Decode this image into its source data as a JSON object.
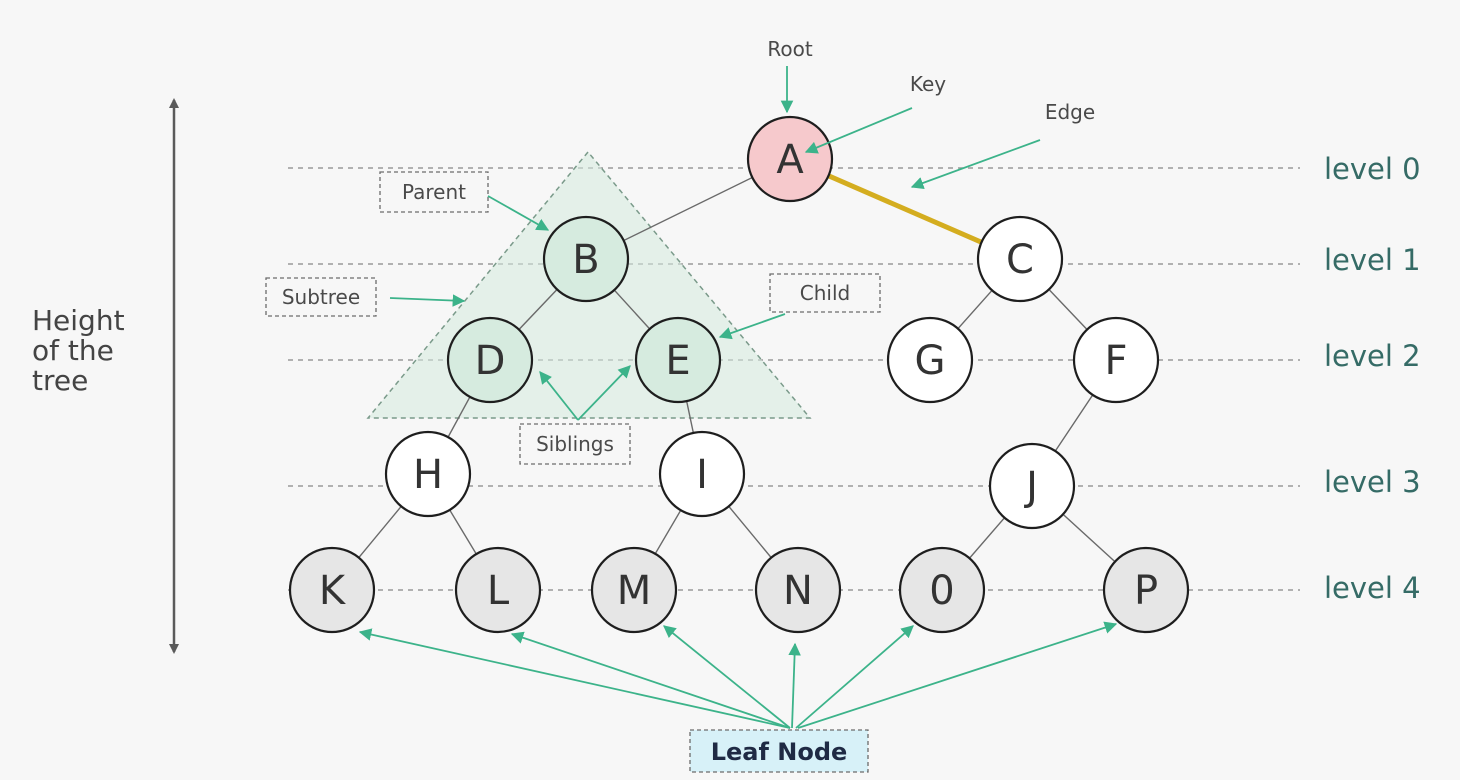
{
  "nodes": [
    {
      "id": "A",
      "label": "A",
      "type": "root"
    },
    {
      "id": "B",
      "label": "B",
      "type": "subtree"
    },
    {
      "id": "C",
      "label": "C",
      "type": "normal"
    },
    {
      "id": "D",
      "label": "D",
      "type": "subtree"
    },
    {
      "id": "E",
      "label": "E",
      "type": "subtree"
    },
    {
      "id": "G",
      "label": "G",
      "type": "normal"
    },
    {
      "id": "F",
      "label": "F",
      "type": "normal"
    },
    {
      "id": "H",
      "label": "H",
      "type": "normal"
    },
    {
      "id": "I",
      "label": "I",
      "type": "normal"
    },
    {
      "id": "J",
      "label": "J",
      "type": "normal"
    },
    {
      "id": "K",
      "label": "K",
      "type": "leaf"
    },
    {
      "id": "L",
      "label": "L",
      "type": "leaf"
    },
    {
      "id": "M",
      "label": "M",
      "type": "leaf"
    },
    {
      "id": "N",
      "label": "N",
      "type": "leaf"
    },
    {
      "id": "O",
      "label": "0",
      "type": "leaf"
    },
    {
      "id": "P",
      "label": "P",
      "type": "leaf"
    }
  ],
  "edges": [
    [
      "A",
      "B"
    ],
    [
      "A",
      "C"
    ],
    [
      "B",
      "D"
    ],
    [
      "B",
      "E"
    ],
    [
      "C",
      "G"
    ],
    [
      "C",
      "F"
    ],
    [
      "D",
      "H"
    ],
    [
      "E",
      "I"
    ],
    [
      "F",
      "J"
    ],
    [
      "H",
      "K"
    ],
    [
      "H",
      "L"
    ],
    [
      "I",
      "M"
    ],
    [
      "I",
      "N"
    ],
    [
      "J",
      "O"
    ],
    [
      "J",
      "P"
    ]
  ],
  "highlighted_edge": [
    "A",
    "C"
  ],
  "levels": [
    "level 0",
    "level 1",
    "level 2",
    "level 3",
    "level 4"
  ],
  "annotations": {
    "root": "Root",
    "key": "Key",
    "edge": "Edge",
    "parent": "Parent",
    "child": "Child",
    "subtree": "Subtree",
    "siblings": "Siblings",
    "leaf_node": "Leaf Node"
  },
  "height_label": [
    "Height",
    "of the",
    "tree"
  ],
  "colors": {
    "root_fill": "#f6c9cc",
    "subtree_fill": "#d6ebdf",
    "leaf_fill": "#e6e6e6",
    "node_fill": "#ffffff",
    "arrow": "#3cb38a",
    "edge_highlight": "#d4ad1f",
    "level_text": "#356b66",
    "leaf_box": "#d7f1f8"
  }
}
